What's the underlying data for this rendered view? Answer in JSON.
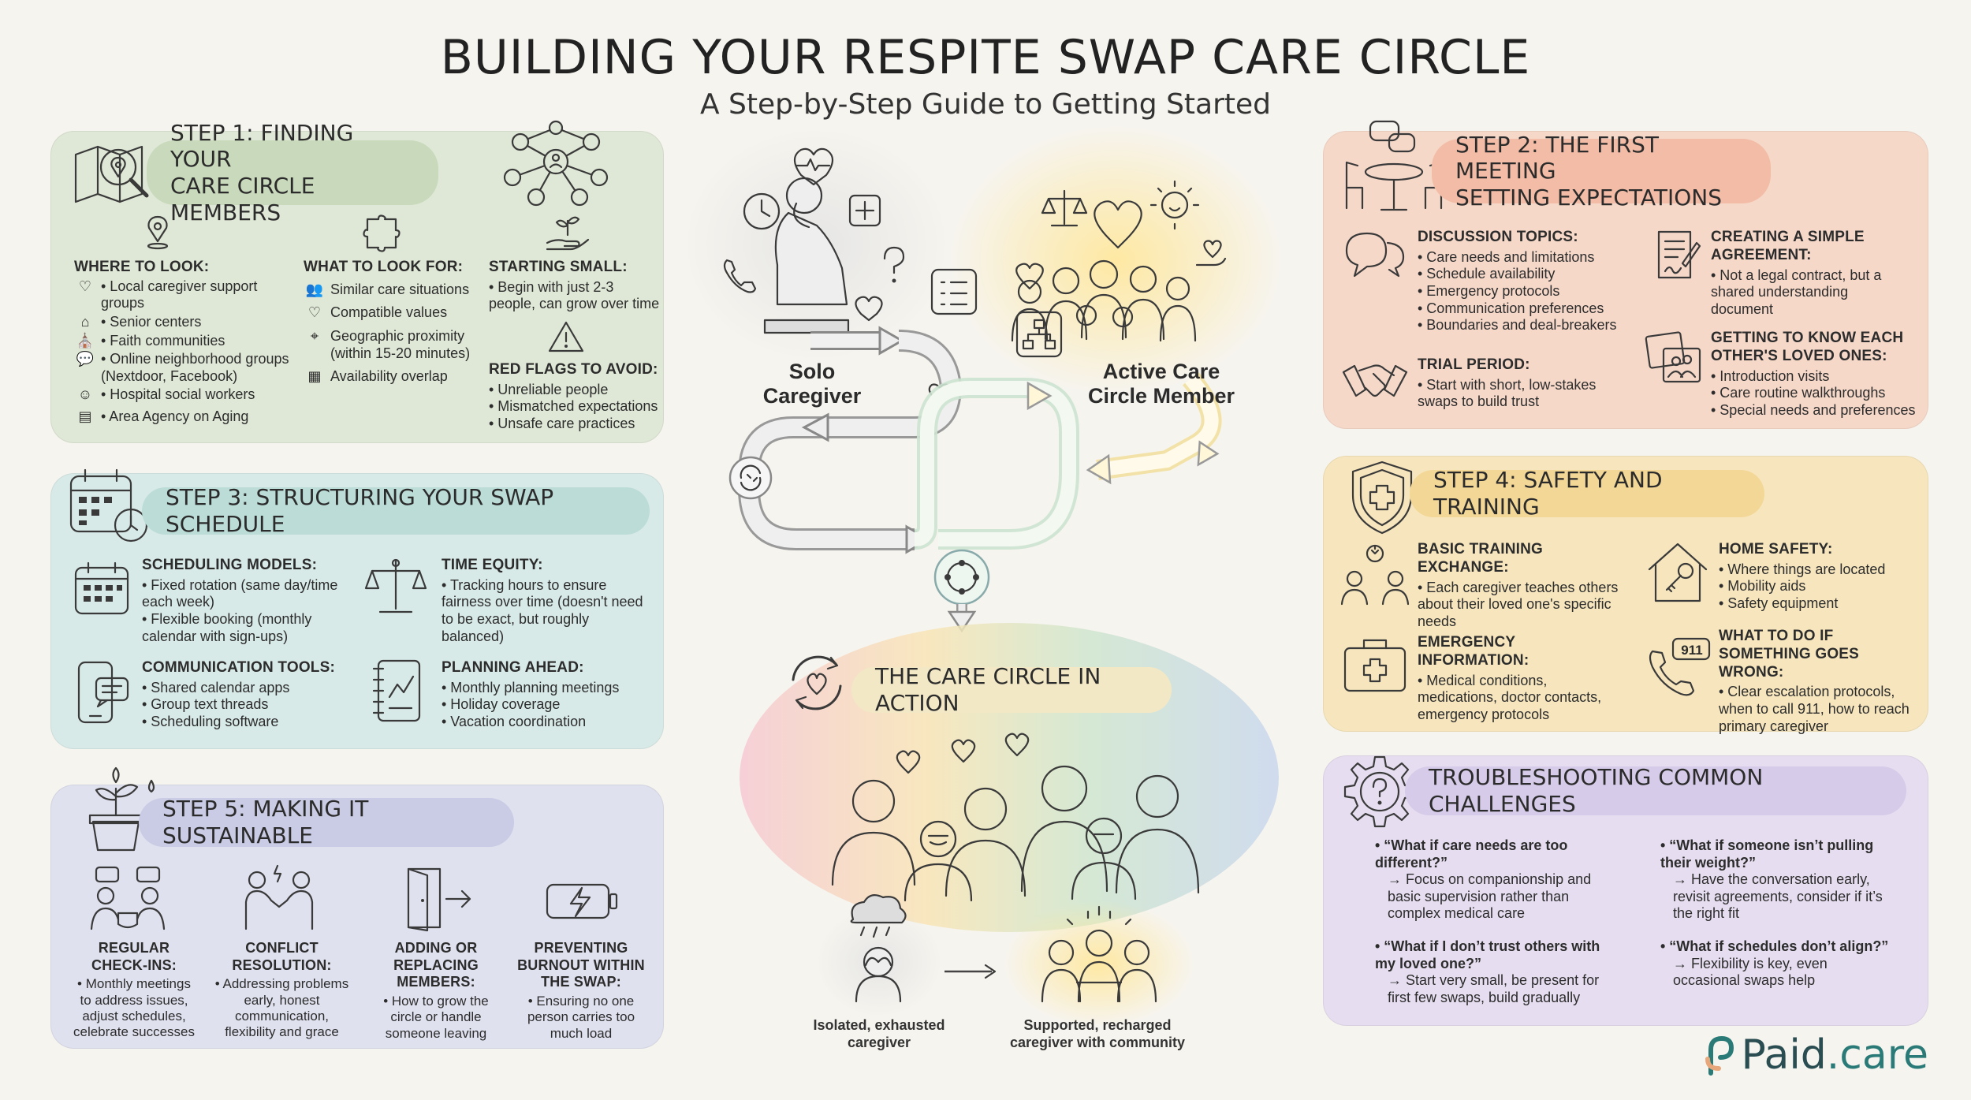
{
  "header": {
    "title": "BUILDING YOUR RESPITE SWAP CARE CIRCLE",
    "subtitle": "A Step-by-Step Guide to Getting Started"
  },
  "step1": {
    "title_line1": "STEP 1: FINDING YOUR",
    "title_line2": "CARE CIRCLE MEMBERS",
    "where": {
      "heading": "WHERE TO LOOK:",
      "items": [
        "• Local caregiver support groups",
        "• Senior centers",
        "• Faith communities",
        "• Online neighborhood groups (Nextdoor, Facebook)",
        "• Hospital social workers",
        "• Area Agency on Aging"
      ]
    },
    "what": {
      "heading": "WHAT TO LOOK FOR:",
      "items": [
        "Similar care situations",
        "Compatible values",
        "Geographic proximity (within 15-20 minutes)",
        "Availability overlap"
      ]
    },
    "starting": {
      "heading": "STARTING SMALL:",
      "items": [
        "• Begin with just 2-3 people, can grow over time"
      ]
    },
    "redflags": {
      "heading": "RED FLAGS TO AVOID:",
      "items": [
        "• Unreliable people",
        "• Mismatched expectations",
        "• Unsafe care practices"
      ]
    }
  },
  "step3": {
    "title": "STEP 3: STRUCTURING YOUR SWAP SCHEDULE",
    "models": {
      "heading": "SCHEDULING MODELS:",
      "items": [
        "• Fixed rotation (same day/time each week)",
        "• Flexible booking (monthly calendar with sign-ups)"
      ]
    },
    "equity": {
      "heading": "TIME EQUITY:",
      "items": [
        "• Tracking hours to ensure fairness over time (doesn't need to be exact, but roughly balanced)"
      ]
    },
    "comm": {
      "heading": "COMMUNICATION TOOLS:",
      "items": [
        "• Shared calendar apps",
        "• Group text threads",
        "• Scheduling software"
      ]
    },
    "planning": {
      "heading": "PLANNING AHEAD:",
      "items": [
        "• Monthly planning meetings",
        "• Holiday coverage",
        "• Vacation coordination"
      ]
    }
  },
  "step5": {
    "title": "STEP 5: MAKING IT SUSTAINABLE",
    "cols": [
      {
        "heading": "REGULAR CHECK-INS:",
        "text": "• Monthly meetings to address issues, adjust schedules, celebrate successes"
      },
      {
        "heading": "CONFLICT RESOLUTION:",
        "text": "• Addressing problems early, honest communication, flexibility and grace"
      },
      {
        "heading": "ADDING OR REPLACING MEMBERS:",
        "text": "• How to grow the circle or handle someone leaving"
      },
      {
        "heading": "PREVENTING BURNOUT WITHIN THE SWAP:",
        "text": "• Ensuring no one person carries too much load"
      }
    ]
  },
  "step2": {
    "title_line1": "STEP 2: THE FIRST MEETING",
    "title_line2": "SETTING EXPECTATIONS",
    "topics": {
      "heading": "DISCUSSION TOPICS:",
      "items": [
        "• Care needs and limitations",
        "• Schedule availability",
        "• Emergency protocols",
        "• Communication preferences",
        "• Boundaries and deal-breakers"
      ]
    },
    "agreement": {
      "heading": "CREATING A SIMPLE AGREEMENT:",
      "items": [
        "• Not a legal contract, but a shared understanding document"
      ]
    },
    "trial": {
      "heading": "TRIAL PERIOD:",
      "items": [
        "• Start with short, low-stakes swaps to build trust"
      ]
    },
    "knowing": {
      "heading": "GETTING TO KNOW EACH OTHER'S LOVED ONES:",
      "items": [
        "• Introduction visits",
        "• Care routine walkthroughs",
        "• Special needs and preferences"
      ]
    }
  },
  "step4": {
    "title": "STEP 4: SAFETY AND TRAINING",
    "training": {
      "heading": "BASIC TRAINING EXCHANGE:",
      "items": [
        "• Each caregiver teaches others about their loved one's specific needs"
      ]
    },
    "home": {
      "heading": "HOME SAFETY:",
      "items": [
        "• Where things are located",
        "• Mobility aids",
        "• Safety equipment"
      ]
    },
    "emergency": {
      "heading": "EMERGENCY INFORMATION:",
      "items": [
        "• Medical conditions, medications, doctor contacts, emergency protocols"
      ]
    },
    "wrong": {
      "heading": "WHAT TO DO IF SOMETHING GOES WRONG:",
      "items": [
        "• Clear escalation protocols, when to call 911, how to reach primary caregiver"
      ]
    },
    "phone_label": "911"
  },
  "trouble": {
    "title": "TROUBLESHOOTING COMMON CHALLENGES",
    "items": [
      {
        "q": "• “What if care needs are too different?”",
        "a": "→ Focus on companionship and basic supervision rather than complex medical care"
      },
      {
        "q": "• “What if someone isn’t pulling their weight?”",
        "a": "→ Have the conversation early, revisit agreements, consider if it’s the right fit"
      },
      {
        "q": "• “What if I don’t trust others with my loved one?”",
        "a": "→ Start very small, be present for first few swaps, build gradually"
      },
      {
        "q": "• “What if schedules don’t align?”",
        "a": "→ Flexibility is key, even occasional swaps help"
      }
    ]
  },
  "center": {
    "solo_line1": "Solo",
    "solo_line2": "Caregiver",
    "active_line1": "Active Care",
    "active_line2": "Circle Member",
    "action_title": "THE CARE CIRCLE IN ACTION",
    "isolated_line1": "Isolated, exhausted",
    "isolated_line2": "caregiver",
    "supported_line1": "Supported, recharged",
    "supported_line2": "caregiver with community"
  },
  "brand": {
    "name": "Paid",
    "suffix": ".care"
  },
  "colors": {
    "green": "#dfe8d6",
    "teal": "#d8eae8",
    "lavender": "#dfe1ef",
    "peach": "#f6d8c9",
    "yellow": "#f7e6bd",
    "purple": "#e6def0"
  }
}
